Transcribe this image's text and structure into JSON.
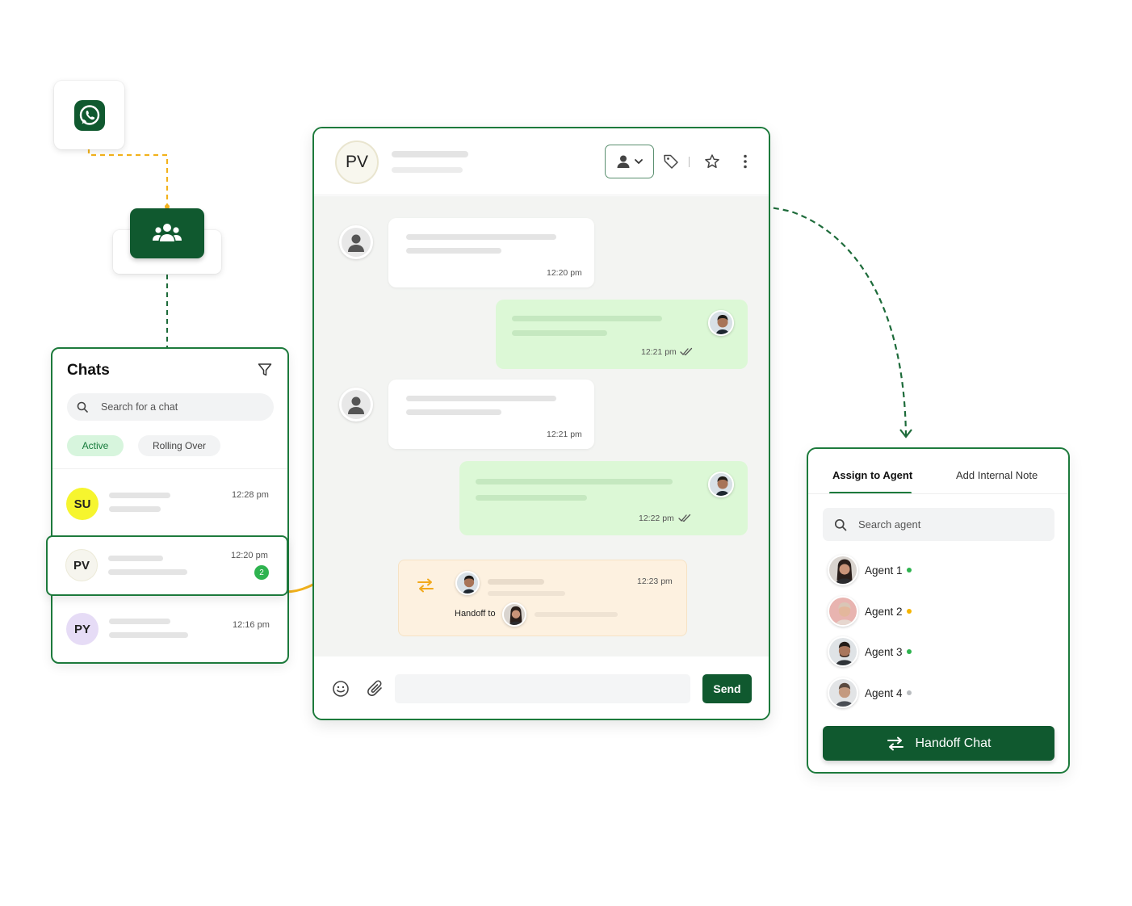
{
  "colors": {
    "brand_green": "#10592f",
    "border_green": "#1d7a3c",
    "accent_orange": "#f2b21c",
    "online": "#2eb34f",
    "away": "#f5b400",
    "offline": "#b9bcbf"
  },
  "whatsapp": {
    "icon": "whatsapp-icon"
  },
  "team_node": {
    "icon": "team-icon"
  },
  "chats": {
    "title": "Chats",
    "search_placeholder": "Search for a chat",
    "filters": [
      "Active",
      "Rolling Over"
    ],
    "rows": [
      {
        "initials": "SU",
        "time": "12:28 pm",
        "avatar_color": "#f6f52e",
        "unread": ""
      },
      {
        "initials": "PV",
        "time": "12:20 pm",
        "avatar_color": "#f6f5ee",
        "unread": "2"
      },
      {
        "initials": "PY",
        "time": "12:16 pm",
        "avatar_color": "#e6dcf6",
        "unread": ""
      }
    ]
  },
  "conversation": {
    "contact_initials": "PV",
    "messages": [
      {
        "direction": "incoming",
        "time": "12:20 pm"
      },
      {
        "direction": "outgoing",
        "time": "12:21 pm",
        "status": "read"
      },
      {
        "direction": "incoming",
        "time": "12:21 pm"
      },
      {
        "direction": "outgoing",
        "time": "12:22 pm",
        "status": "read"
      }
    ],
    "handoff": {
      "time": "12:23 pm",
      "label": "Handoff to"
    },
    "send_label": "Send"
  },
  "assign_panel": {
    "tabs": [
      "Assign to Agent",
      "Add Internal Note"
    ],
    "search_placeholder": "Search agent",
    "agents": [
      {
        "name": "Agent 1",
        "status": "online"
      },
      {
        "name": "Agent 2",
        "status": "away"
      },
      {
        "name": "Agent 3",
        "status": "online"
      },
      {
        "name": "Agent 4",
        "status": "offline"
      }
    ],
    "handoff_label": "Handoff Chat"
  }
}
